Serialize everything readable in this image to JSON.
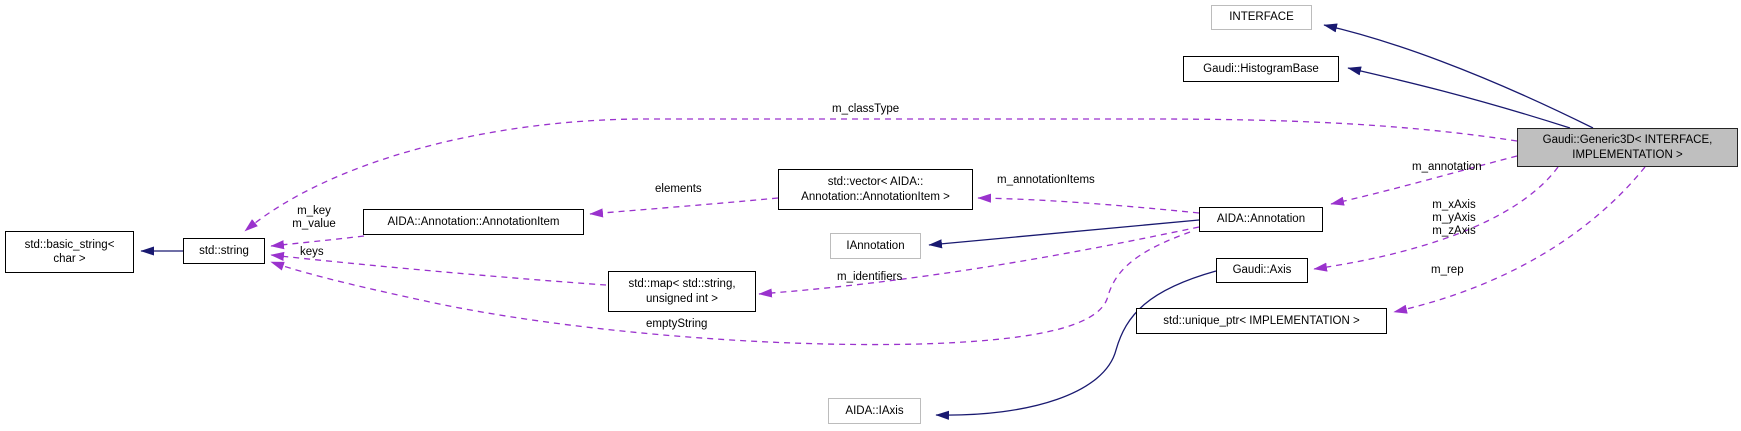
{
  "diagram": {
    "type": "collaboration-graph",
    "colors": {
      "background": "#ffffff",
      "inheritance_edge": "#191970",
      "usage_edge": "#9a32cd",
      "node_fill": "#ffffff",
      "node_border": "#000000",
      "external_node_border": "#bcbcbc",
      "focus_node_fill": "#bfbfbf",
      "text": "#000000"
    },
    "nodes": [
      {
        "id": "interface",
        "label": "INTERFACE"
      },
      {
        "id": "histogram-base",
        "label": "Gaudi::HistogramBase"
      },
      {
        "id": "generic3d",
        "label": "Gaudi::Generic3D< INTERFACE,\nIMPLEMENTATION >"
      },
      {
        "id": "annotation",
        "label": "AIDA::Annotation"
      },
      {
        "id": "axis",
        "label": "Gaudi::Axis"
      },
      {
        "id": "unique-ptr",
        "label": "std::unique_ptr< IMPLEMENTATION >"
      },
      {
        "id": "vector",
        "label": "std::vector< AIDA::\nAnnotation::AnnotationItem >"
      },
      {
        "id": "iannotation",
        "label": "IAnnotation"
      },
      {
        "id": "annotation-item",
        "label": "AIDA::Annotation::AnnotationItem"
      },
      {
        "id": "map",
        "label": "std::map< std::string,\nunsigned int >"
      },
      {
        "id": "string",
        "label": "std::string"
      },
      {
        "id": "basic-string",
        "label": "std::basic_string<\nchar >"
      },
      {
        "id": "iaxis",
        "label": "AIDA::IAxis"
      }
    ],
    "edge_labels": [
      {
        "id": "m-classtype",
        "text": "m_classType"
      },
      {
        "id": "m-annotation",
        "text": "m_annotation"
      },
      {
        "id": "m-axes",
        "text": "m_xAxis\nm_yAxis\nm_zAxis"
      },
      {
        "id": "m-rep",
        "text": "m_rep"
      },
      {
        "id": "m-annotationitems",
        "text": "m_annotationItems"
      },
      {
        "id": "elements",
        "text": "elements"
      },
      {
        "id": "m-identifiers",
        "text": "m_identifiers"
      },
      {
        "id": "emptystring",
        "text": "emptyString"
      },
      {
        "id": "m-key-value",
        "text": "m_key\nm_value"
      },
      {
        "id": "keys",
        "text": "keys"
      }
    ]
  }
}
